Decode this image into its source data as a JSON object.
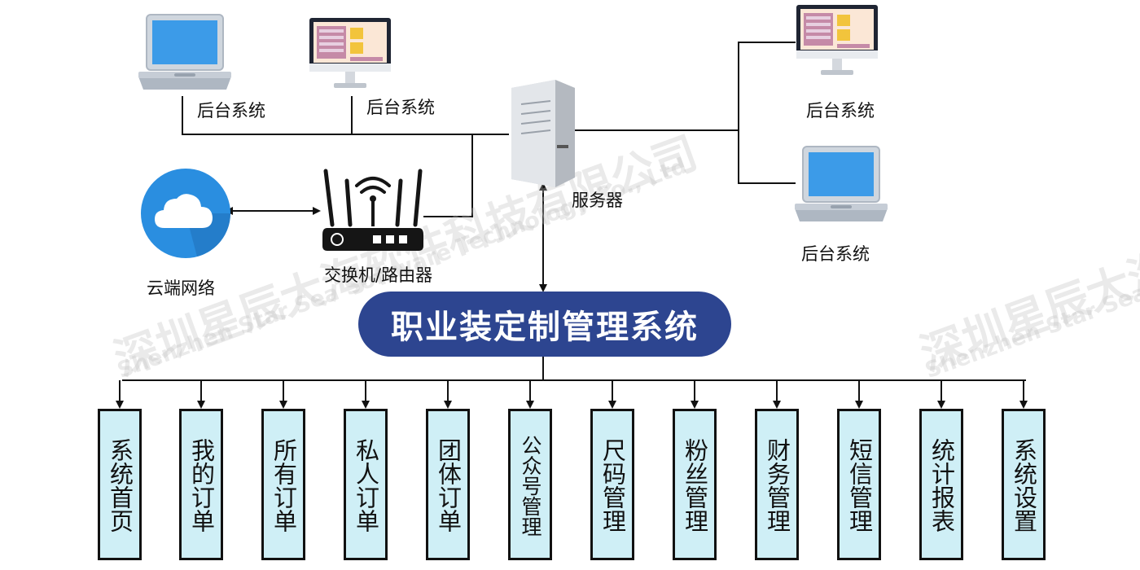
{
  "nodes": {
    "backend_1": "后台系统",
    "backend_2": "后台系统",
    "backend_3": "后台系统",
    "backend_4": "后台系统",
    "server": "服务器",
    "router": "交换机/路由器",
    "cloud": "云端网络"
  },
  "system_title": "职业装定制管理系统",
  "modules": [
    "系统首页",
    "我的订单",
    "所有订单",
    "私人订单",
    "团体订单",
    "公众号管理",
    "尺码管理",
    "粉丝管理",
    "财务管理",
    "短信管理",
    "统计报表",
    "系统设置"
  ],
  "watermark": {
    "cn": "深圳星辰大海软件科技有限公司",
    "en": "Shenzhen Star Sea Software Technology Co., Ltd"
  },
  "colors": {
    "title_bg": "#2d4590",
    "module_bg": "#cfeff6",
    "cloud": "#2a8ee0"
  }
}
